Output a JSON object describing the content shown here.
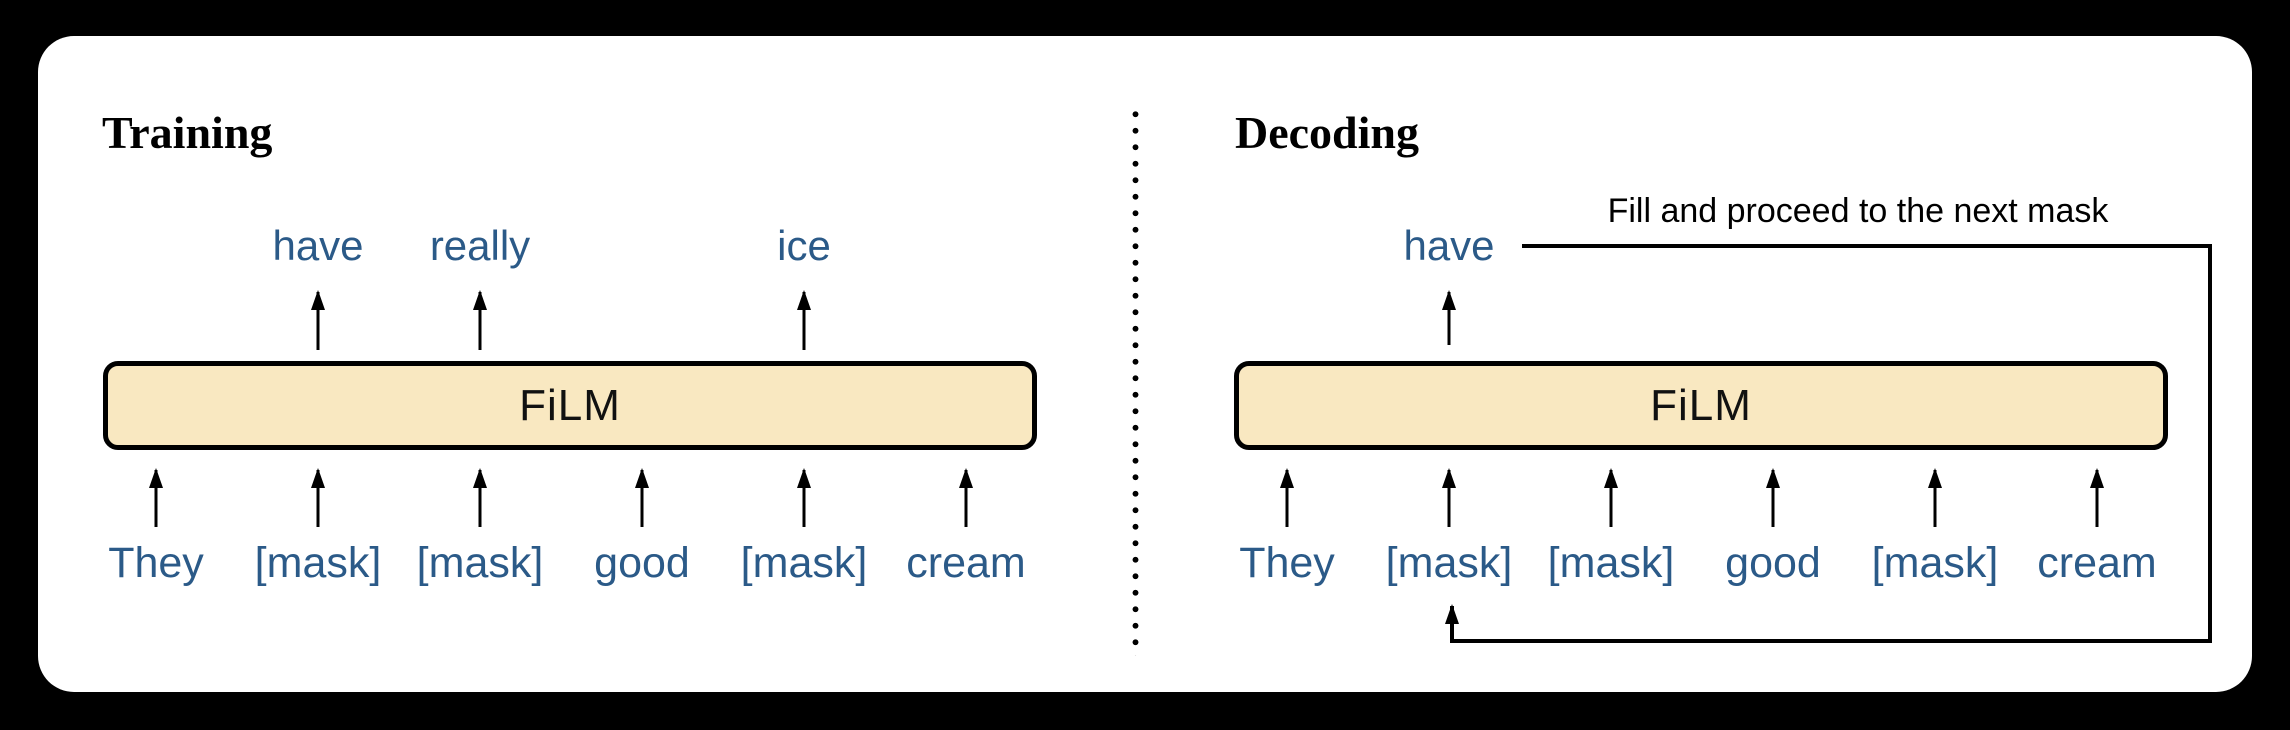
{
  "figure": {
    "training": {
      "title": "Training",
      "model_label": "FiLM",
      "outputs": [
        "have",
        "really",
        "ice"
      ],
      "tokens": [
        "They",
        "[mask]",
        "[mask]",
        "good",
        "[mask]",
        "cream"
      ]
    },
    "decoding": {
      "title": "Decoding",
      "model_label": "FiLM",
      "output": "have",
      "annotation": "Fill and proceed to the next mask",
      "tokens": [
        "They",
        "[mask]",
        "[mask]",
        "good",
        "[mask]",
        "cream"
      ]
    },
    "colors": {
      "background": "#000000",
      "card": "#ffffff",
      "model_box_fill": "#f9e8c1",
      "model_box_border": "#000000",
      "token_text": "#2b5a88",
      "line": "#000000"
    }
  }
}
